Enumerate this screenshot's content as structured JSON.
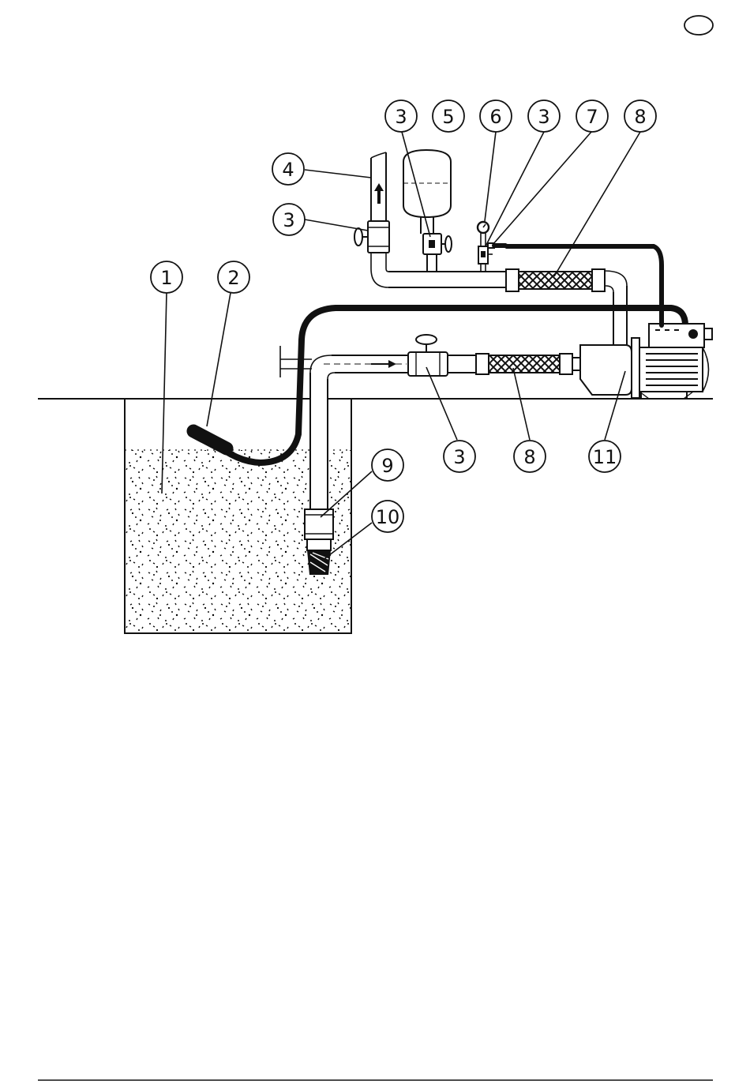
{
  "page": {
    "language_badge": ""
  },
  "callouts": [
    {
      "id": "c1",
      "label": "1",
      "part": "tank"
    },
    {
      "id": "c2",
      "label": "2",
      "part": "float"
    },
    {
      "id": "c3a",
      "label": "3",
      "part": "valve"
    },
    {
      "id": "c3b",
      "label": "3",
      "part": "valve"
    },
    {
      "id": "c3c",
      "label": "3",
      "part": "valve"
    },
    {
      "id": "c3d",
      "label": "3",
      "part": "valve"
    },
    {
      "id": "c4",
      "label": "4",
      "part": "delivery-pipe"
    },
    {
      "id": "c5",
      "label": "5",
      "part": "expansion-vessel"
    },
    {
      "id": "c6",
      "label": "6",
      "part": "pressure-gauge"
    },
    {
      "id": "c7",
      "label": "7",
      "part": "pressure-switch"
    },
    {
      "id": "c8a",
      "label": "8",
      "part": "flexible-hose"
    },
    {
      "id": "c8b",
      "label": "8",
      "part": "flexible-hose"
    },
    {
      "id": "c9",
      "label": "9",
      "part": "check-valve"
    },
    {
      "id": "c10",
      "label": "10",
      "part": "foot-strainer"
    },
    {
      "id": "c11",
      "label": "11",
      "part": "pump"
    }
  ]
}
